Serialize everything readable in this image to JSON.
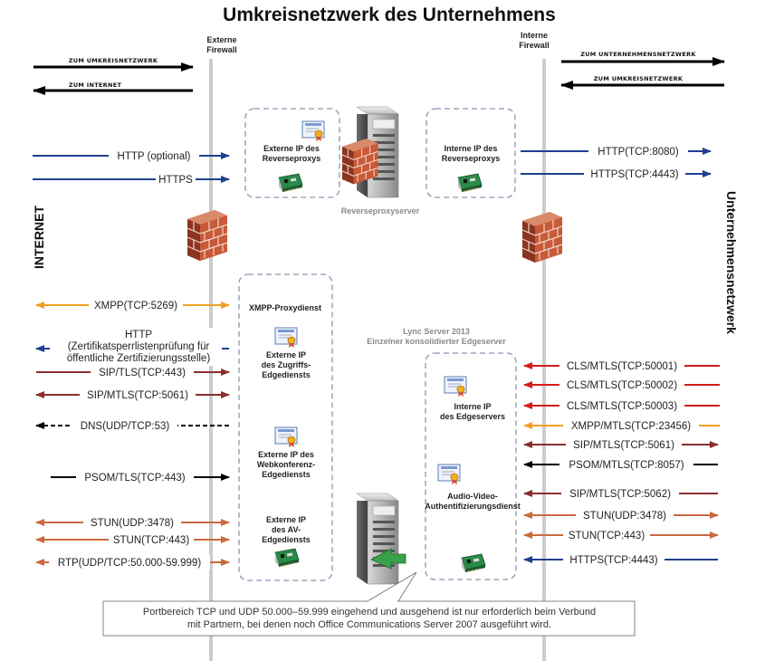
{
  "title": "Umkreisnetzwerk des Unternehmens",
  "firewalls": {
    "external": [
      "Externe",
      "Firewall"
    ],
    "internal": [
      "Interne",
      "Firewall"
    ]
  },
  "side_labels": {
    "left": "INTERNET",
    "right": "Unternehmensnetzwerk"
  },
  "legend": {
    "to_perimeter_left": "ZUM UMKREISNETZWERK",
    "to_internet": "ZUM INTERNET",
    "to_corporate": "ZUM UNTERNEHMENSNETZWERK",
    "to_perimeter_right": "ZUM UMKREISNETZWERK"
  },
  "reverse_proxy": {
    "external_ip": [
      "Externe IP des",
      "Reverseproxys"
    ],
    "internal_ip": [
      "Interne IP des",
      "Reverseproxys"
    ],
    "server_label": "Reverseproxyserver"
  },
  "edge": {
    "title": [
      "Lync Server 2013",
      "Einzelner konsolidierter Edgeserver"
    ],
    "xmpp_proxy": "XMPP-Proxydienst",
    "access_edge": [
      "Externe IP",
      "des Zugriffs-",
      "Edgediensts"
    ],
    "webconf_edge": [
      "Externe IP des",
      "Webkonferenz-",
      "Edgediensts"
    ],
    "av_edge": [
      "Externe IP",
      "des AV-",
      "Edgediensts"
    ],
    "internal_ip": [
      "Interne IP",
      "des Edgeservers"
    ],
    "av_auth": [
      "Audio-Video-",
      "Authentifizierungsdienst"
    ]
  },
  "left_protocols": {
    "http_optional": "HTTP (optional)",
    "https": "HTTPS",
    "xmpp": "XMPP(TCP:5269)",
    "http_crl": [
      "HTTP",
      "(Zertifikatsperrlistenprüfung für",
      "öffentliche Zertifizierungsstelle)"
    ],
    "sip_tls": "SIP/TLS(TCP:443)",
    "sip_mtls": "SIP/MTLS(TCP:5061)",
    "dns": "DNS(UDP/TCP:53)",
    "psom": "PSOM/TLS(TCP:443)",
    "stun_udp": "STUN(UDP:3478)",
    "stun_tcp": "STUN(TCP:443)",
    "rtp": "RTP(UDP/TCP:50.000-59.999)"
  },
  "right_protocols": {
    "http_8080": "HTTP(TCP:8080)",
    "https_4443": "HTTPS(TCP:4443)",
    "cls1": "CLS/MTLS(TCP:50001)",
    "cls2": "CLS/MTLS(TCP:50002)",
    "cls3": "CLS/MTLS(TCP:50003)",
    "xmpp_mtls": "XMPP/MTLS(TCP:23456)",
    "sip_mtls": "SIP/MTLS(TCP:5061)",
    "psom_mtls": "PSOM/MTLS(TCP:8057)",
    "sip_mtls_5062": "SIP/MTLS(TCP:5062)",
    "stun_udp": "STUN(UDP:3478)",
    "stun_tcp": "STUN(TCP:443)",
    "https_bottom": "HTTPS(TCP:4443)"
  },
  "note": [
    "Portbereich TCP und UDP 50.000–59.999 eingehend und ausgehend ist nur erforderlich beim Verbund",
    "mit Partnern, bei denen noch Office Communications Server 2007 ausgeführt wird."
  ],
  "colors": {
    "blue": "#1f3f8f",
    "orange": "#f0a020",
    "darkred": "#8b2e2e",
    "red": "#d41c1c",
    "rust": "#c86a3c",
    "black": "#000000",
    "firewall_line": "#cccccc",
    "dashed_box": "#8f94b0"
  }
}
